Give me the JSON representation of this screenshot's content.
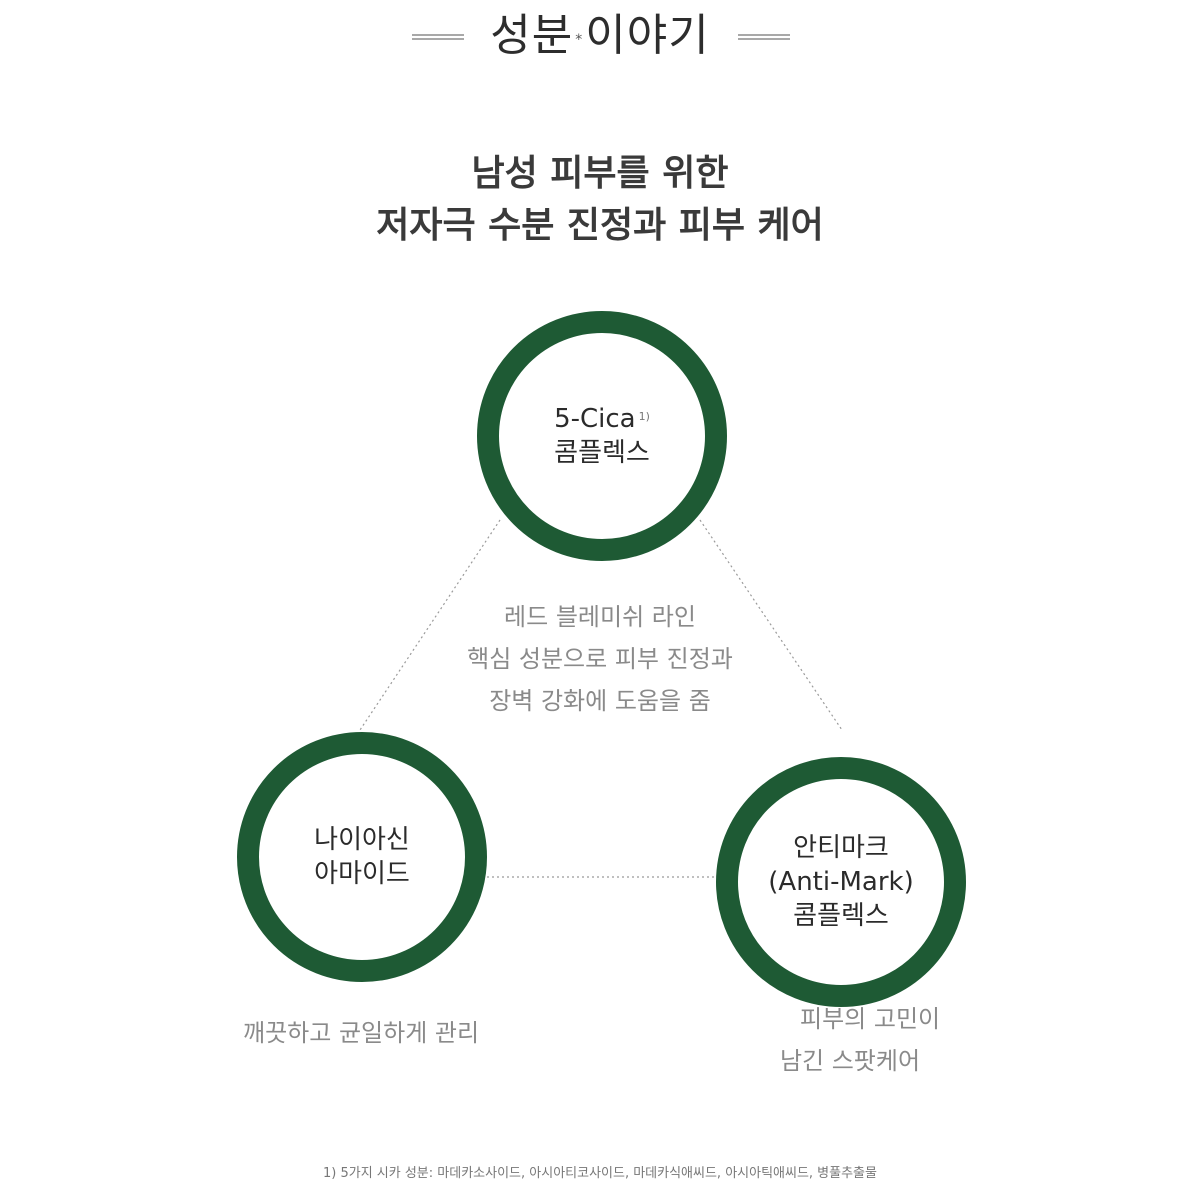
{
  "header": {
    "title_part1": "성분",
    "title_mark": "*",
    "title_part2": "이야기"
  },
  "headline": {
    "line1": "남성 피부를 위한",
    "line2": "저자극 수분 진정과 피부 케어"
  },
  "ingredients": [
    {
      "lines": [
        "5-Cica",
        "콤플렉스"
      ],
      "note_mark": "1)"
    },
    {
      "lines": [
        "나이아신",
        "아마이드"
      ]
    },
    {
      "lines": [
        "안티마크",
        "(Anti-Mark)",
        "콤플렉스"
      ]
    }
  ],
  "descriptions": {
    "center": [
      "레드 블레미쉬 라인",
      "핵심 성분으로 피부 진정과",
      "장벽 강화에 도움을 줌"
    ],
    "left": [
      "깨끗하고 균일하게 관리"
    ],
    "right": [
      "피부의 고민이",
      "남긴 스팟케어"
    ]
  },
  "footnote": "1) 5가지 시카 성분: 마데카소사이드, 아시아티코사이드, 마데카식애씨드, 아시아틱애씨드, 병풀추출물",
  "colors": {
    "accent": "#1e5a34"
  }
}
